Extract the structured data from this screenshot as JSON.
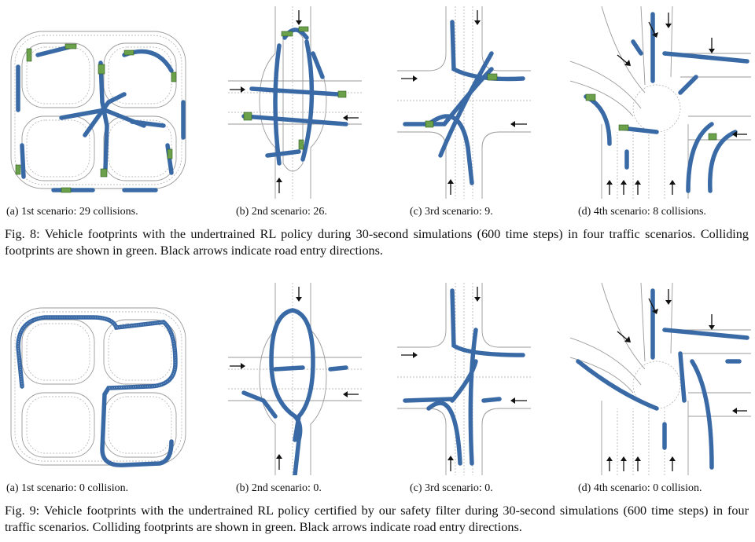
{
  "figures": [
    {
      "id": "fig8",
      "subcaptions": [
        "(a) 1st scenario: 29 collisions.",
        "(b) 2nd scenario: 26.",
        "(c) 3rd scenario: 9.",
        "(d) 4th scenario: 8 collisions."
      ],
      "caption": "Fig. 8: Vehicle footprints with the undertrained RL policy during 30-second simulations (600 time steps) in four traffic scenarios. Colliding footprints are shown in green. Black arrows indicate road entry directions."
    },
    {
      "id": "fig9",
      "subcaptions": [
        "(a) 1st scenario: 0 collision.",
        "(b) 2nd scenario: 0.",
        "(c) 3rd scenario: 0.",
        "(d) 4th scenario: 0 collision."
      ],
      "caption": "Fig. 9: Vehicle footprints with the undertrained RL policy certified by our safety filter during 30-second simulations (600 time steps) in four traffic scenarios. Colliding footprints are shown in green. Black arrows indicate road entry directions."
    }
  ],
  "colors": {
    "trajectory": "#3a6aa6",
    "collision": "#6aa14a",
    "road": "#9a9a9a",
    "arrow": "#111111"
  }
}
